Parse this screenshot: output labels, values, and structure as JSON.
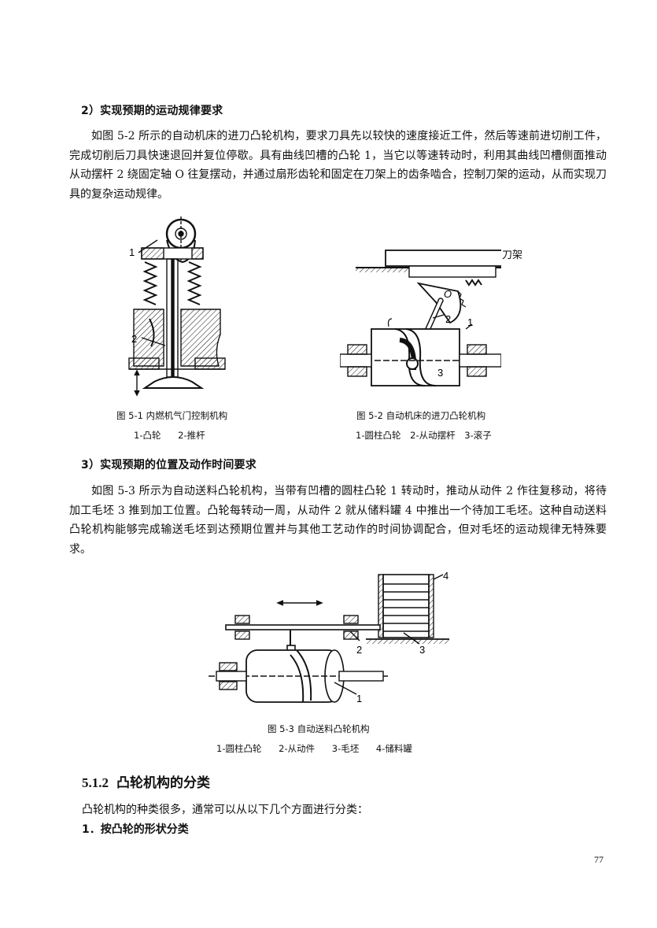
{
  "section_2": {
    "heading": "2）实现预期的运动规律要求",
    "paragraph": "如图 5-2 所示的自动机床的进刀凸轮机构，要求刀具先以较快的速度接近工件，然后等速前进切削工件，完成切削后刀具快速退回并复位停歇。具有曲线凹槽的凸轮 1，当它以等速转动时，利用其曲线凹槽侧面推动从动摆杆 2 绕固定轴 O 往复摆动，并通过扇形齿轮和固定在刀架上的齿条啮合，控制刀架的运动，从而实现刀具的复杂运动规律。"
  },
  "fig_5_1": {
    "label_1": "1",
    "label_2": "2",
    "caption": "图 5-1  内燃机气门控制机构",
    "legend": [
      "1-凸轮",
      "2-推杆"
    ]
  },
  "fig_5_2": {
    "label_tool": "刀架",
    "label_o": "O",
    "label_1": "1",
    "label_2": "2",
    "label_3": "3",
    "caption": "图 5-2  自动机床的进刀凸轮机构",
    "legend": [
      "1-圆柱凸轮",
      "2-从动摆杆",
      "3-滚子"
    ]
  },
  "section_3": {
    "heading": "3）实现预期的位置及动作时间要求",
    "paragraph": "如图 5-3 所示为自动送料凸轮机构，当带有凹槽的圆柱凸轮 1 转动时，推动从动件 2 作往复移动，将待加工毛坯 3 推到加工位置。凸轮每转动一周，从动件 2 就从储料罐 4 中推出一个待加工毛坯。这种自动送料凸轮机构能够完成输送毛坯到达预期位置并与其他工艺动作的时间协调配合，但对毛坯的运动规律无特殊要求。"
  },
  "fig_5_3": {
    "label_1": "1",
    "label_2": "2",
    "label_3": "3",
    "label_4": "4",
    "caption": "图  5-3  自动送料凸轮机构",
    "legend": [
      "1-圆柱凸轮",
      "2-从动件",
      "3-毛坯",
      "4-储料罐"
    ]
  },
  "section_512": {
    "number": "5.1.2",
    "title": "凸轮机构的分类",
    "intro": "凸轮机构的种类很多，通常可以从以下几个方面进行分类：",
    "item_1": "1．按凸轮的形状分类"
  },
  "page_number": "77"
}
